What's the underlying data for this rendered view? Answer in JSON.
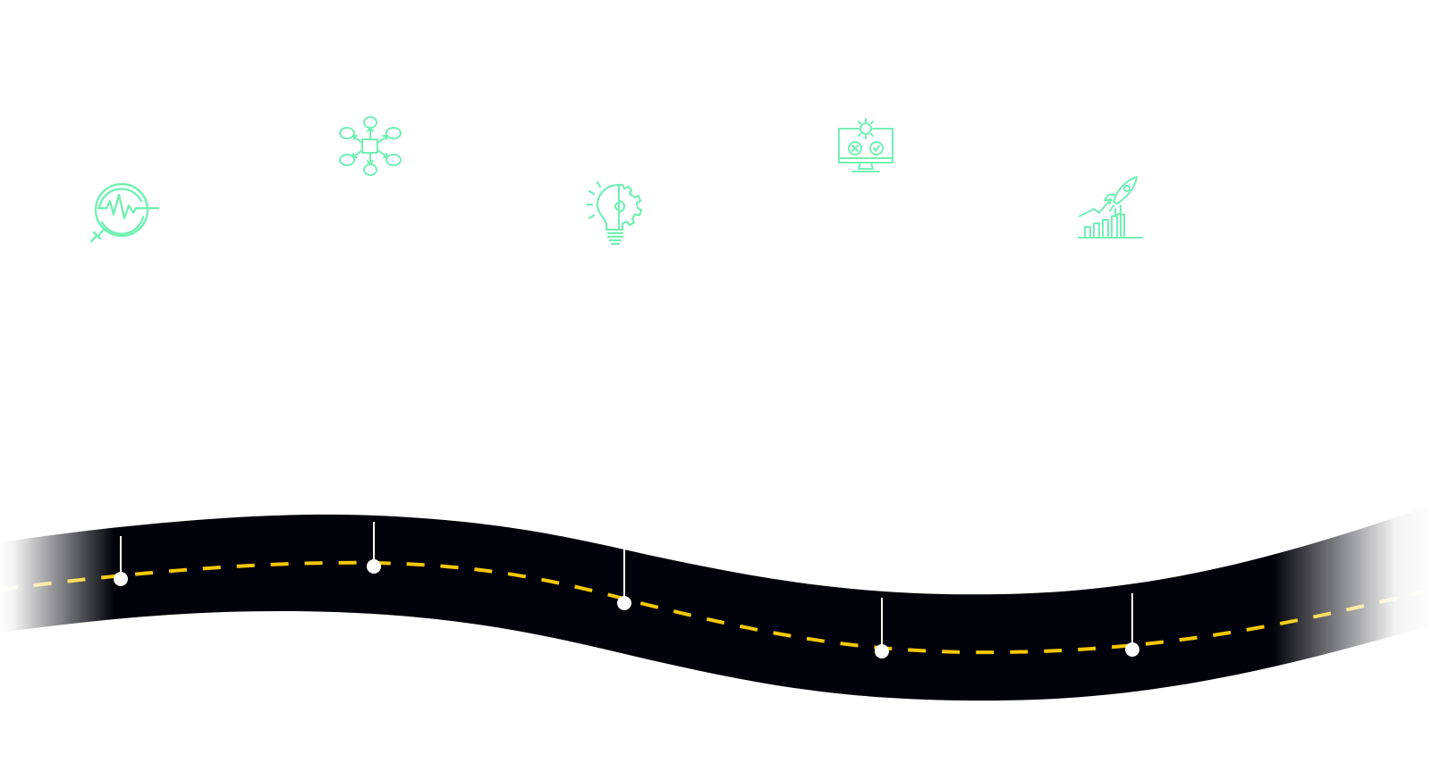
{
  "colors": {
    "icon": "#72f0b4",
    "road": "#02030a",
    "dash": "#f5c800",
    "pin": "#ffffff",
    "background": "#ffffff"
  },
  "milestones": [
    {
      "id": 1,
      "icon": "analysis-magnifier-pulse-icon"
    },
    {
      "id": 2,
      "icon": "network-diagram-icon"
    },
    {
      "id": 3,
      "icon": "lightbulb-gear-icon"
    },
    {
      "id": 4,
      "icon": "monitor-gear-check-icon"
    },
    {
      "id": 5,
      "icon": "rocket-growth-chart-icon"
    }
  ]
}
